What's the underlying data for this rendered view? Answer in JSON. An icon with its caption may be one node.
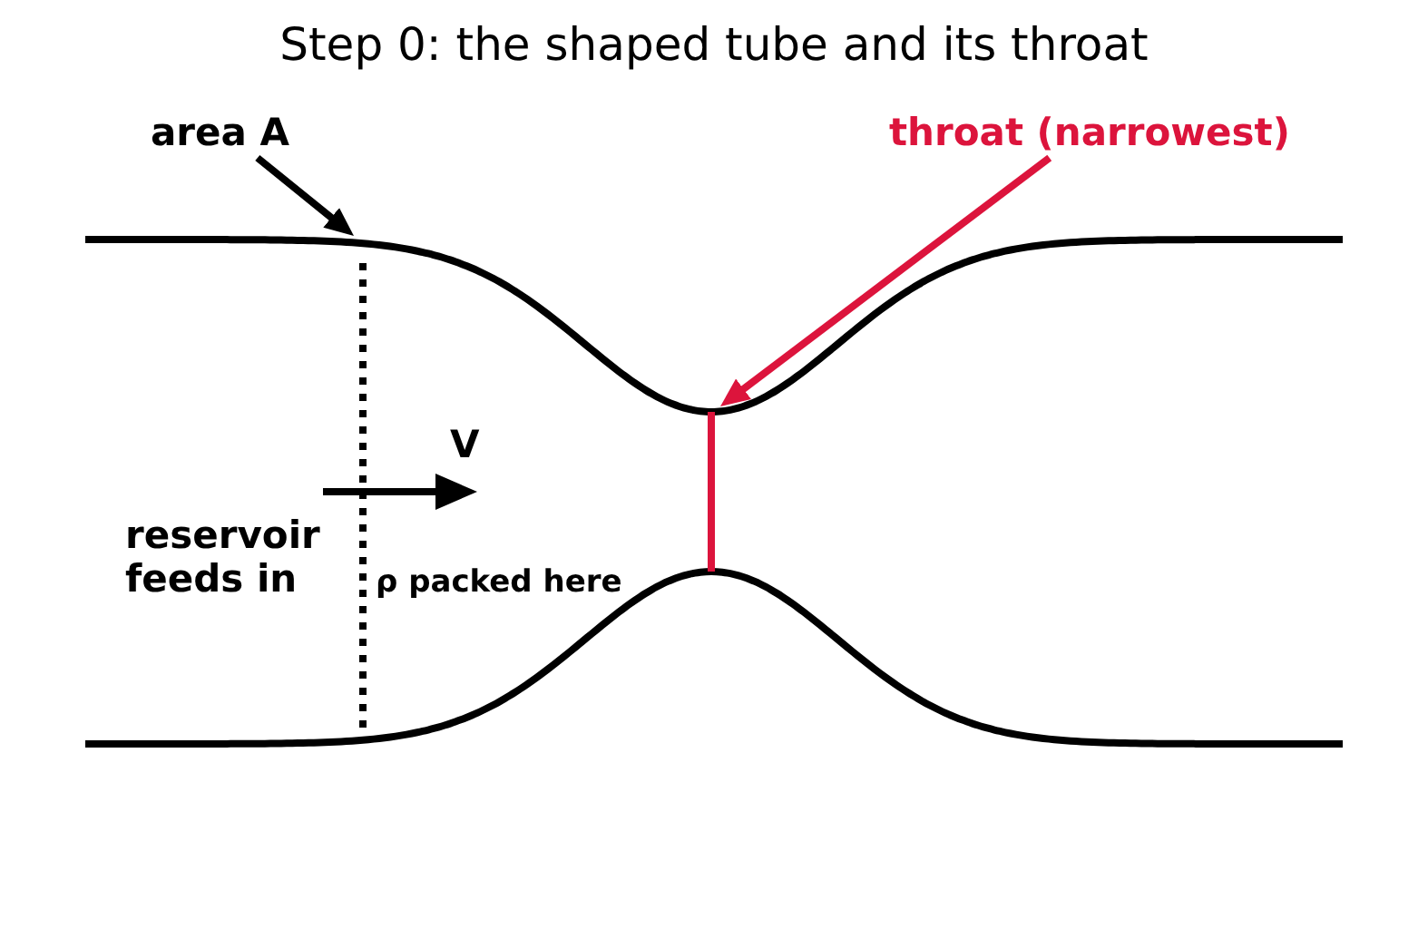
{
  "diagram": {
    "title": "Step 0: the shaped tube and its throat",
    "nodes": [
      {
        "text": [
          "area A"
        ]
      },
      {
        "text": [
          "throat (narrowest)"
        ]
      }
    ],
    "edges": [
      {
        "from": 0,
        "to": null,
        "arrow": "to"
      },
      {
        "from": 1,
        "to": null,
        "arrow": "to",
        "color": "#dc143c"
      }
    ],
    "labels": [
      "V",
      "reservoir feeds in",
      "ρ packed here"
    ]
  }
}
